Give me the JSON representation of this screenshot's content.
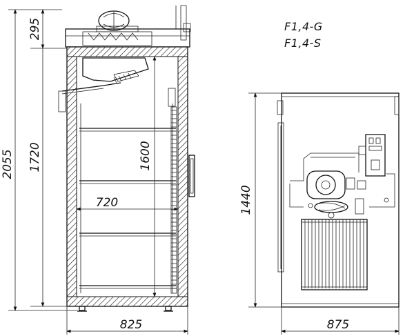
{
  "models": [
    "F1,4-G",
    "F1,4-S"
  ],
  "dimensions": {
    "total_height": "2055",
    "unit_height": "295",
    "cabinet_height": "1720",
    "interior_height": "1600",
    "interior_width": "720",
    "width": "825",
    "depth": "875",
    "side_height": "1440"
  }
}
